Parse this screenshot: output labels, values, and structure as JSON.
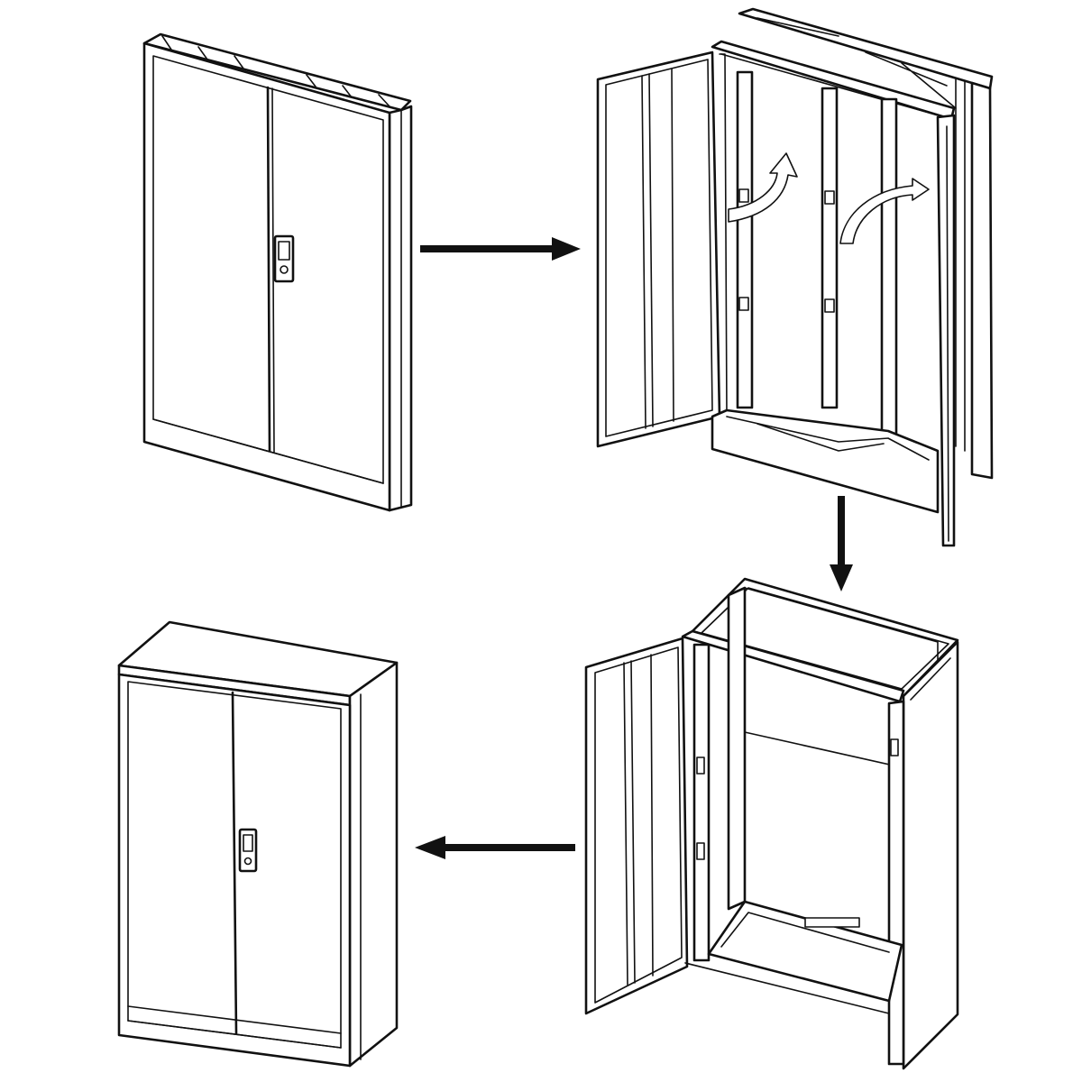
{
  "diagram": {
    "steps": [
      {
        "id": 1,
        "icon": "cabinet-flatpack-icon"
      },
      {
        "id": 2,
        "icon": "cabinet-unfolding-icon"
      },
      {
        "id": 3,
        "icon": "cabinet-unfolded-open-icon"
      },
      {
        "id": 4,
        "icon": "cabinet-assembled-icon"
      }
    ],
    "flow": [
      "1",
      "2",
      "3",
      "4"
    ],
    "colors": {
      "line": "#111111",
      "background": "#ffffff"
    }
  }
}
